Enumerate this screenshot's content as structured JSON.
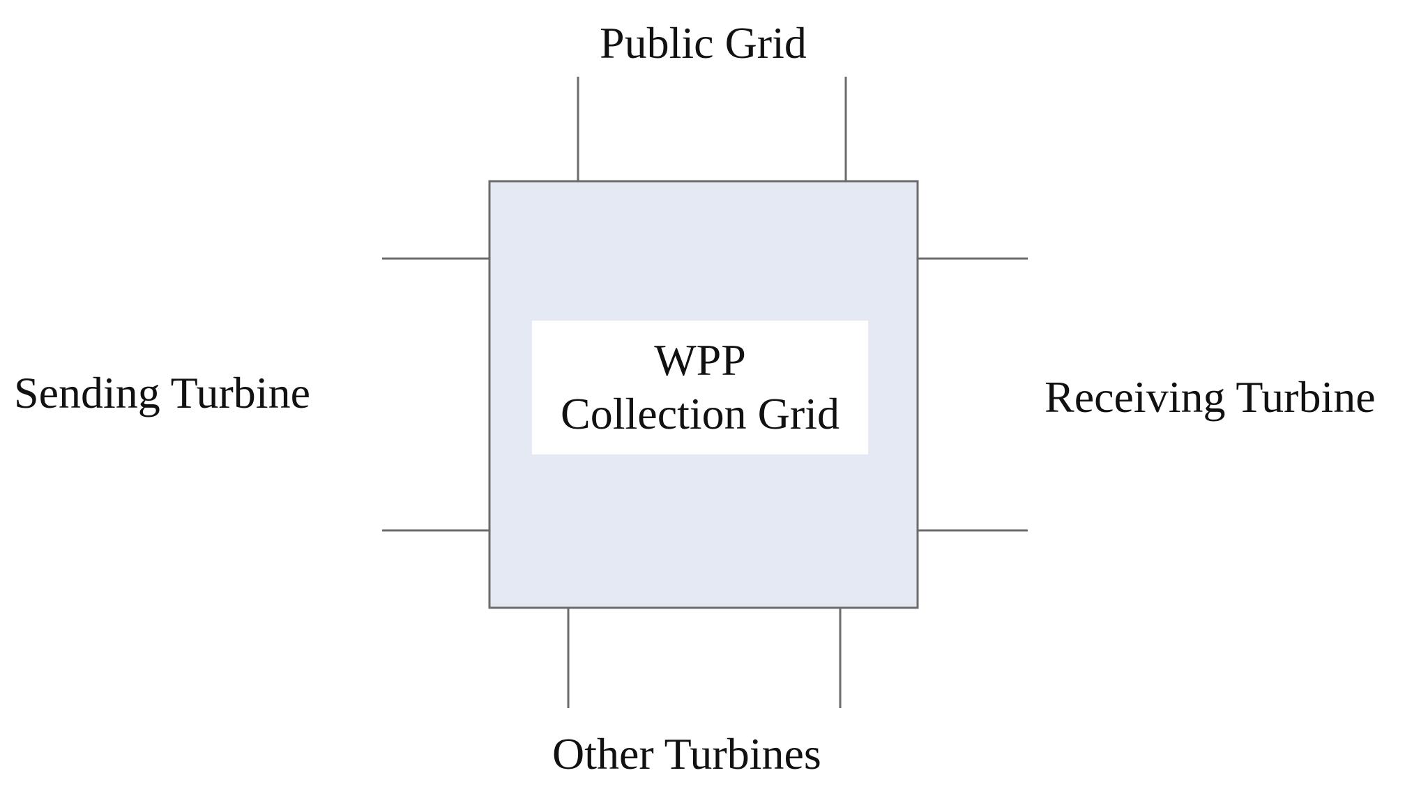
{
  "labels": {
    "top": "Public Grid",
    "left": "Sending Turbine",
    "right": "Receiving Turbine",
    "bottom": "Other Turbines"
  },
  "center": {
    "line1": "WPP",
    "line2": "Collection Grid"
  },
  "colors": {
    "box_fill": "#e4e9f3",
    "box_border": "#6b6b6b",
    "line": "#6b6b6b",
    "text": "#111111"
  }
}
